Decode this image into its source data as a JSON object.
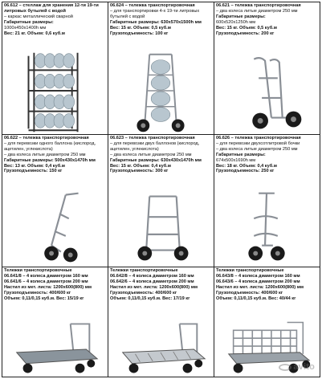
{
  "products": [
    {
      "id_line": "06.612 – стеллаж для хранения 12-ти 19-ти литровых бутылей с водой",
      "lines": [
        "– каркас металлический сварной"
      ],
      "sizes_title": "Габаритные размеры:",
      "sizes": "1000х450х1400h мм",
      "weight": "Вес: 21 кг. Объем: 0,6 куб.м",
      "capacity": ""
    },
    {
      "id_line": "06.624 – тележка транспортировочная",
      "lines": [
        "– для транспортировки 4-х 19-ти литровых бутылей с водой"
      ],
      "sizes_title": "Габаритные размеры:",
      "sizes": "630х570х1500h мм",
      "weight": "Вес: 15 кг. Объем: 0,5 куб.м",
      "capacity": "Грузоподъемность: 100 кг"
    },
    {
      "id_line": "06.621 – тележка транспортировочная",
      "lines": [
        "– два колеса литые диаметром 250 мм"
      ],
      "sizes_title": "Габаритные размеры:",
      "sizes": "600х520х1250h мм",
      "weight": "Вес: 15 кг. Объем: 0,5 куб.м",
      "capacity": "Грузоподъемность: 200 кг"
    },
    {
      "id_line": "06.622 – тележка транспортировочная",
      "lines": [
        "– для перевозки одного баллона (кислород, ацетилен, углекислота)",
        "– два колеса литые диаметром 250 мм"
      ],
      "sizes_title": "Габаритные размеры:",
      "sizes": "500х430х1470h мм",
      "weight": "Вес: 13 кг. Объем: 0,4 куб.м",
      "capacity": "Грузоподъемность: 150 кг"
    },
    {
      "id_line": "06.623 – тележка транспортировочная",
      "lines": [
        "– для перевозки двух баллонов (кислород, ацетилен, углекислота)",
        "– два колеса литые диаметром 250 мм"
      ],
      "sizes_title": "Габаритные размеры:",
      "sizes": "630х430х1470h мм",
      "weight": "Вес: 15 кг. Объем: 0,4 куб.м",
      "capacity": "Грузоподъемность: 300 кг"
    },
    {
      "id_line": "06.626 – тележка транспортировочная",
      "lines": [
        "– для перевозки двухсотлитровой бочки",
        "– два колеса литые диаметром 250 мм"
      ],
      "sizes_title": "Габаритные размеры:",
      "sizes": "674х500х1690h мм",
      "weight": "Вес: 18 кг. Объем: 0,4 куб.м",
      "capacity": "Грузоподъемность: 250 кг"
    },
    {
      "id_line": "Тележки транспортировочные",
      "lines": [
        "06.641/8 – 4 колеса диаметром 160 мм",
        "06.641/6 – 4 колеса диаметром 200 мм",
        "Настил из мет. листа: 1200х600(800) мм"
      ],
      "sizes_title": "",
      "sizes": "",
      "weight": "Объем: 0,11/0,15 куб.м. Вес: 15/19 кг",
      "capacity": "Грузоподъемность: 400/600 кг"
    },
    {
      "id_line": "Тележки транспортировочные",
      "lines": [
        "06.642/8 – 4 колеса диаметром 160 мм",
        "06.642/6 – 4 колеса диаметром 200 мм",
        "Настил из мет. листа: 1200х600(800) мм"
      ],
      "sizes_title": "",
      "sizes": "",
      "weight": "Объем: 0,11/0,15 куб.м. Вес: 17/19 кг",
      "capacity": "Грузоподъемность: 400/600 кг"
    },
    {
      "id_line": "Тележки транспортировочные",
      "lines": [
        "06.643/8 – 4 колеса диаметром 160 мм",
        "06.643/6 – 4 колеса диаметром 200 мм",
        "Настил из мет. листа: 1200х600(800) мм"
      ],
      "sizes_title": "",
      "sizes": "",
      "weight": "Объем: 0,11/0,15 куб.м. Вес: 40/44 кг",
      "capacity": "Грузоподъемность: 400/600 кг"
    }
  ],
  "watermark": "avito",
  "colors": {
    "border": "#222222",
    "metal": "#8a8f96",
    "wheel": "#1a1a1a",
    "bottle": "#b8c6cf"
  }
}
